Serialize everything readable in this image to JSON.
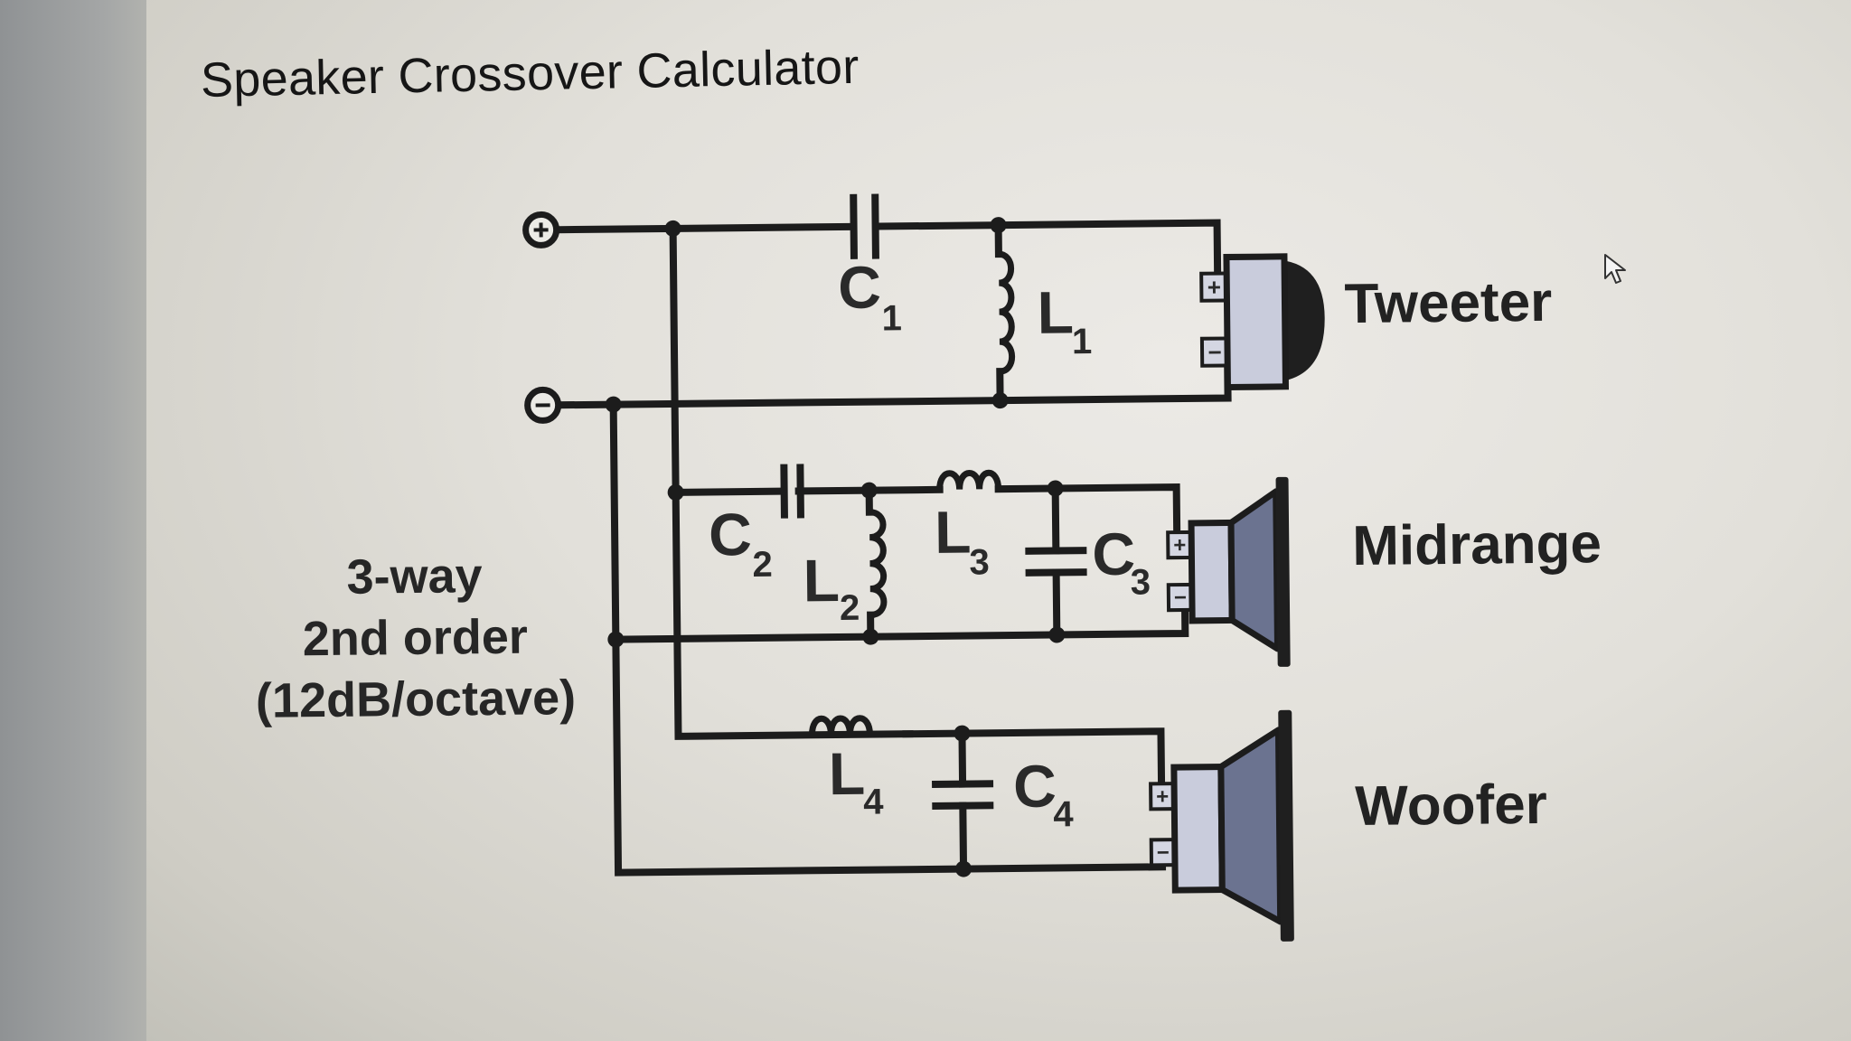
{
  "page": {
    "title": "Speaker Crossover Calculator"
  },
  "diagram": {
    "description_lines": [
      "3-way",
      "2nd order",
      "(12dB/octave)"
    ],
    "input_terminals": [
      {
        "name": "positive-terminal",
        "symbol": "+"
      },
      {
        "name": "negative-terminal",
        "symbol": "−"
      }
    ],
    "components": {
      "C1": {
        "letter": "C",
        "index": "1"
      },
      "L1": {
        "letter": "L",
        "index": "1"
      },
      "C2": {
        "letter": "C",
        "index": "2"
      },
      "L2": {
        "letter": "L",
        "index": "2"
      },
      "L3": {
        "letter": "L",
        "index": "3"
      },
      "C3": {
        "letter": "C",
        "index": "3"
      },
      "L4": {
        "letter": "L",
        "index": "4"
      },
      "C4": {
        "letter": "C",
        "index": "4"
      }
    },
    "drivers": {
      "tweeter": {
        "label": "Tweeter",
        "pos": "+",
        "neg": "−"
      },
      "midrange": {
        "label": "Midrange",
        "pos": "+",
        "neg": "−"
      },
      "woofer": {
        "label": "Woofer",
        "pos": "+",
        "neg": "−"
      }
    }
  },
  "colors": {
    "driver_fill": "#c9ccdc",
    "driver_cone": "#6b7390",
    "wire": "#1c1c1c"
  }
}
